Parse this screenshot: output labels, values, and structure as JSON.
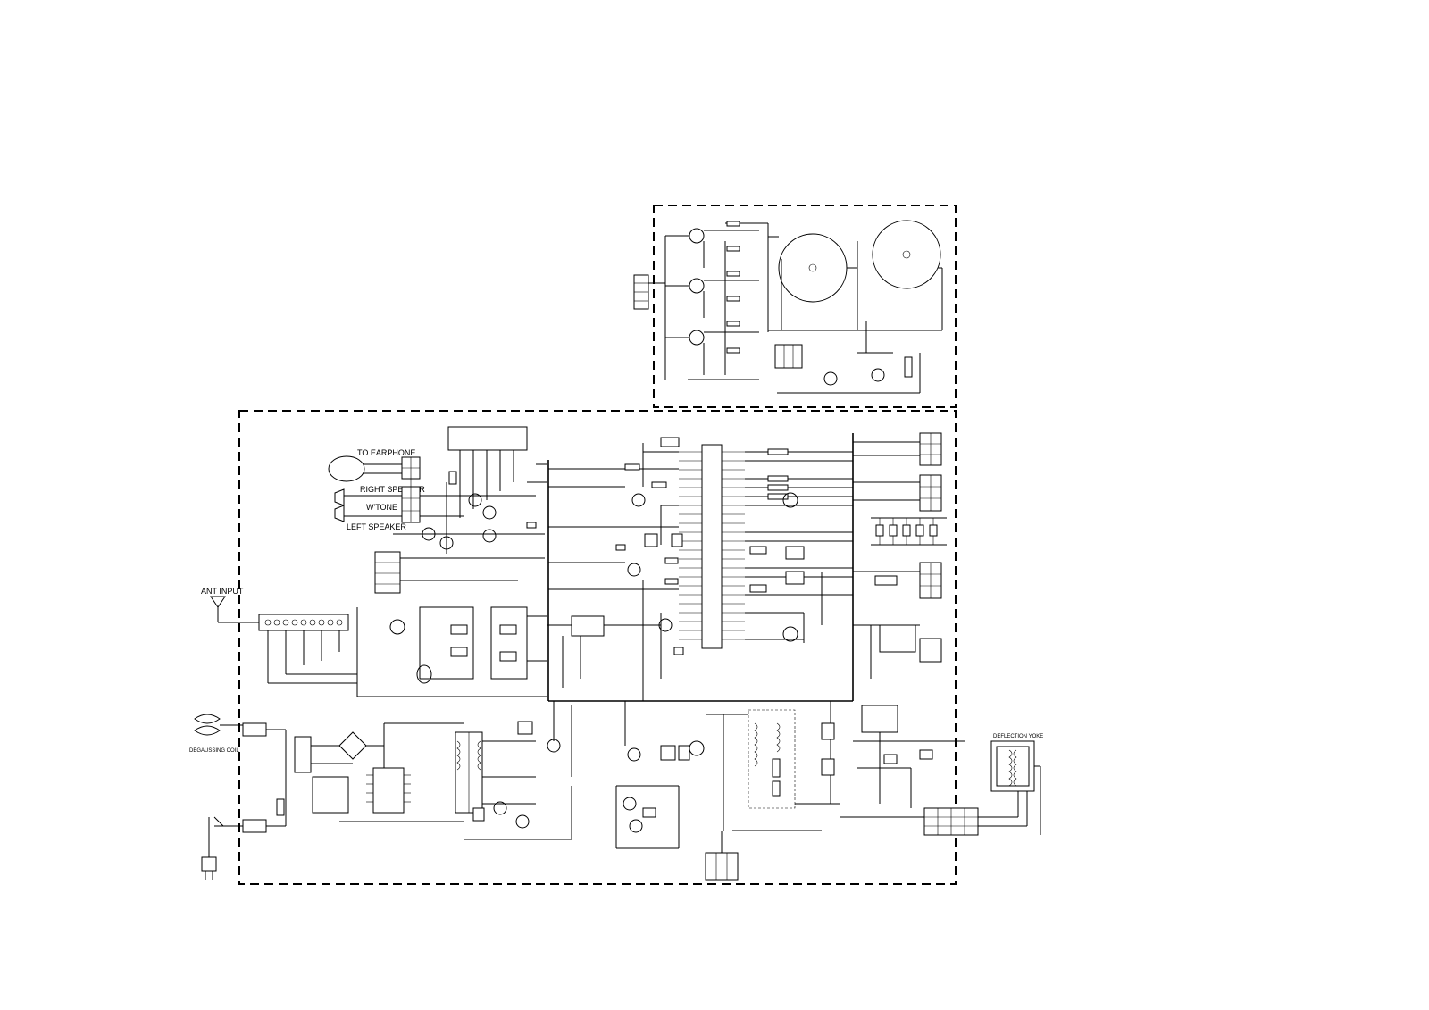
{
  "labels": {
    "ant_input": "ANT INPUT",
    "earphone": "TO EARPHONE",
    "right_speaker": "RIGHT SPEAKER",
    "left_speaker": "LEFT SPEAKER",
    "speaker_mid": "W'TONE",
    "deflection_yoke": "DEFLECTION YOKE",
    "degaussing": "DEGAUSSING COIL"
  }
}
